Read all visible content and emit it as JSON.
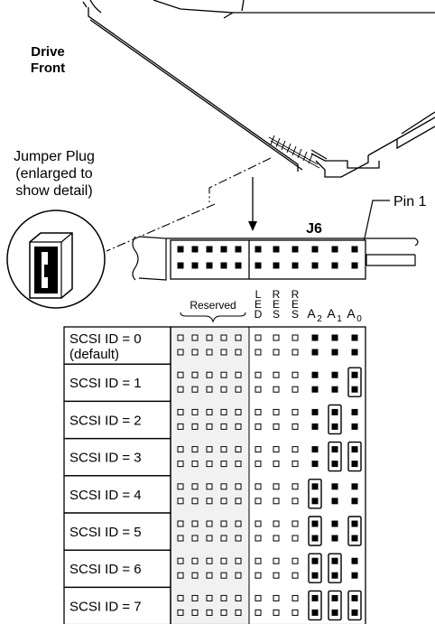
{
  "labels": {
    "drive_front_line1": "Drive",
    "drive_front_line2": "Front",
    "jumper_plug_line1": "Jumper Plug",
    "jumper_plug_line2": "(enlarged to",
    "jumper_plug_line3": "show detail)",
    "pin1": "Pin 1",
    "connector": "J6",
    "reserved": "Reserved"
  },
  "column_headers": [
    {
      "letters": [
        "L",
        "E",
        "D"
      ]
    },
    {
      "letters": [
        "R",
        "E",
        "S"
      ]
    },
    {
      "letters": [
        "R",
        "E",
        "S"
      ]
    },
    {
      "base": "A",
      "sub": "2"
    },
    {
      "base": "A",
      "sub": "1"
    },
    {
      "base": "A",
      "sub": "0"
    }
  ],
  "rows": [
    {
      "label": "SCSI ID = 0",
      "sublabel": "(default)",
      "jumpers": [
        0,
        0,
        0
      ]
    },
    {
      "label": "SCSI ID = 1",
      "sublabel": "",
      "jumpers": [
        0,
        0,
        1
      ]
    },
    {
      "label": "SCSI ID = 2",
      "sublabel": "",
      "jumpers": [
        0,
        1,
        0
      ]
    },
    {
      "label": "SCSI ID = 3",
      "sublabel": "",
      "jumpers": [
        0,
        1,
        1
      ]
    },
    {
      "label": "SCSI ID = 4",
      "sublabel": "",
      "jumpers": [
        1,
        0,
        0
      ]
    },
    {
      "label": "SCSI ID = 5",
      "sublabel": "",
      "jumpers": [
        1,
        0,
        1
      ]
    },
    {
      "label": "SCSI ID = 6",
      "sublabel": "",
      "jumpers": [
        1,
        1,
        0
      ]
    },
    {
      "label": "SCSI ID = 7",
      "sublabel": "",
      "jumpers": [
        1,
        1,
        1
      ]
    }
  ]
}
